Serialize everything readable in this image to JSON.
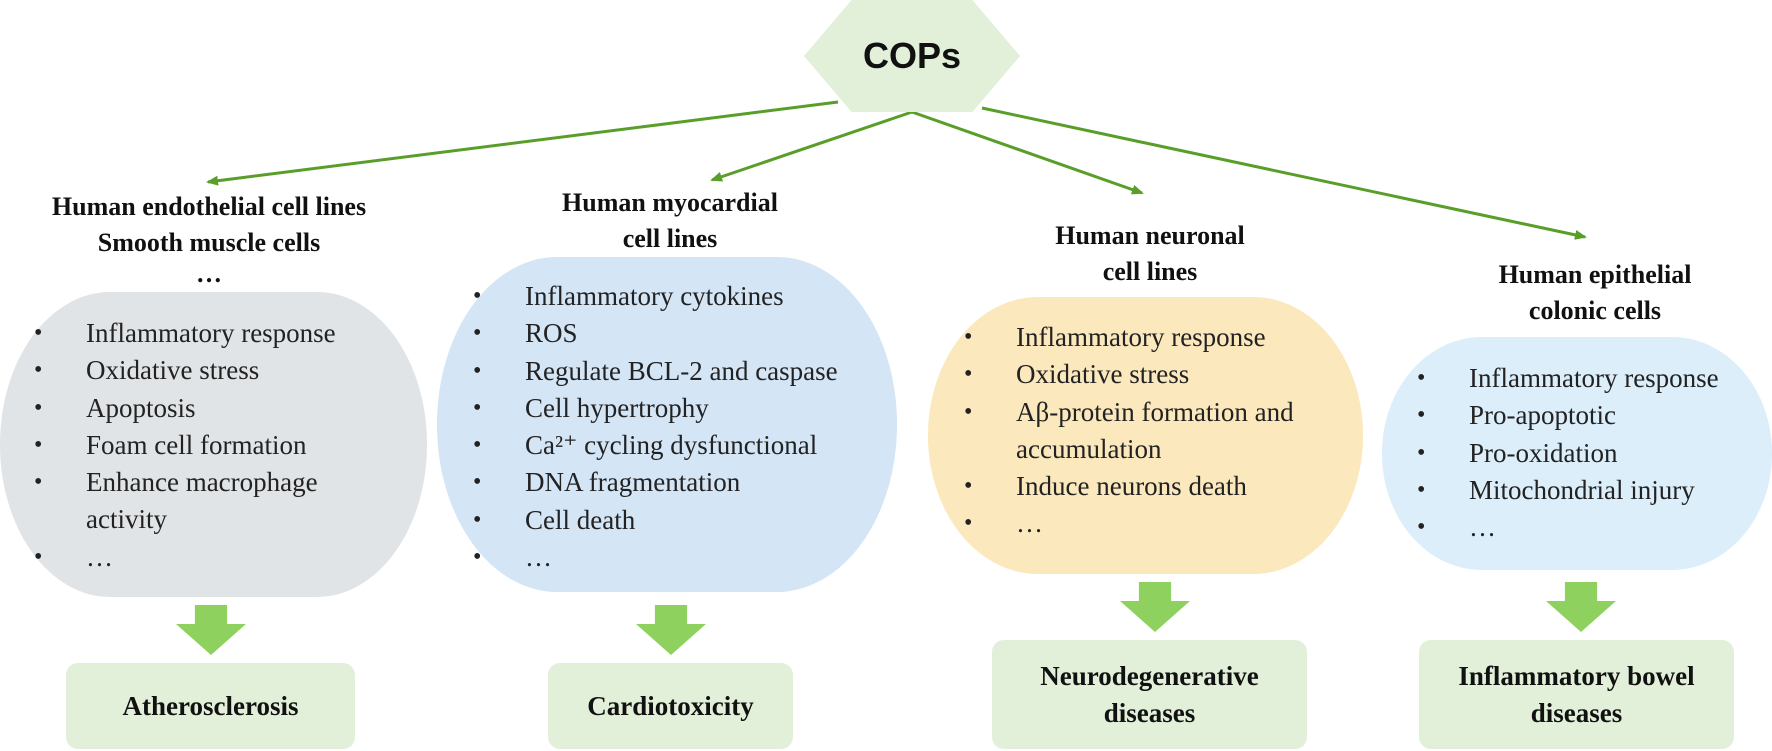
{
  "center": {
    "label": "COPs"
  },
  "branches": [
    {
      "heading": [
        "Human endothelial cell lines",
        "Smooth muscle cells",
        "…"
      ],
      "effects": [
        "Inflammatory response",
        "Oxidative stress",
        "Apoptosis",
        "Foam cell formation",
        "Enhance macrophage activity",
        "…"
      ],
      "outcome": "Atherosclerosis"
    },
    {
      "heading": [
        "Human myocardial",
        "cell lines"
      ],
      "effects": [
        "Inflammatory cytokines",
        "ROS",
        "Regulate BCL-2 and caspase",
        "Cell hypertrophy",
        "Ca²⁺ cycling dysfunctional",
        "DNA fragmentation",
        "Cell death",
        "…"
      ],
      "outcome": "Cardiotoxicity"
    },
    {
      "heading": [
        "Human neuronal",
        "cell lines"
      ],
      "effects": [
        "Inflammatory response",
        "Oxidative stress",
        "Aβ-protein formation and accumulation",
        "Induce neurons death",
        "…"
      ],
      "outcome": "Neurodegenerative diseases"
    },
    {
      "heading": [
        "Human epithelial",
        "colonic cells"
      ],
      "effects": [
        "Inflammatory response",
        "Pro-apoptotic",
        "Pro-oxidation",
        "Mitochondrial injury",
        "…"
      ],
      "outcome": "Inflammatory bowel diseases"
    }
  ],
  "colors": {
    "connector_arrows": "#5a9e2a",
    "down_arrows": "#8fd15e",
    "center_fill": "#e2f0d9",
    "outcome_fill": "#e2f0d9",
    "bubble_fills": [
      "#e1e4e6",
      "#d4e5f6",
      "#fbe8bd",
      "#dbeefa"
    ]
  }
}
